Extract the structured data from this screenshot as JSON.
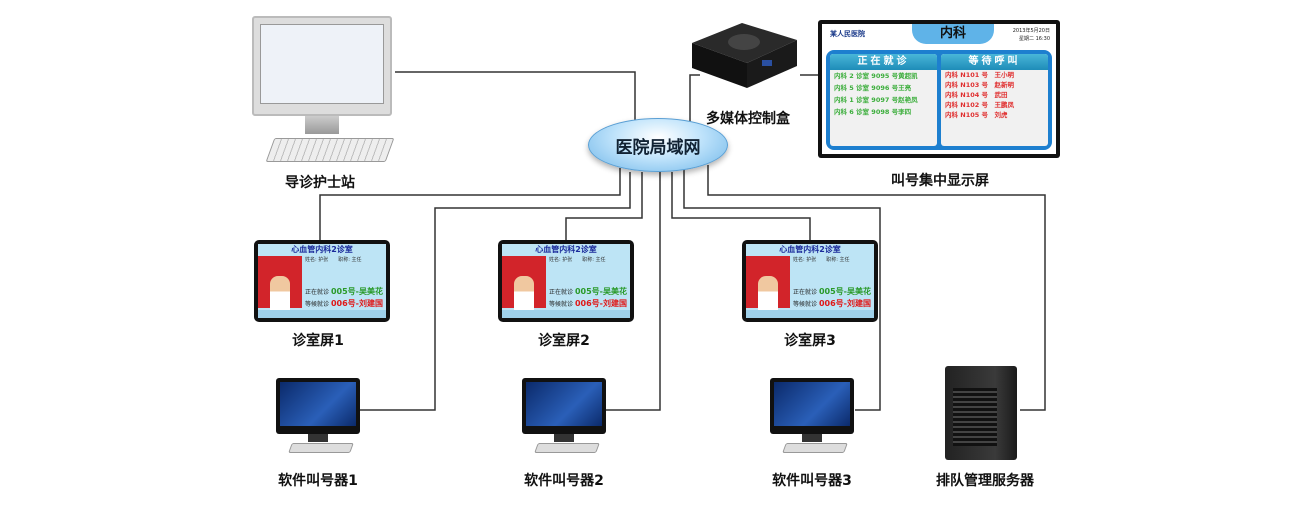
{
  "network": {
    "label": "医院局域网"
  },
  "nurse_station": {
    "label": "导诊护士站"
  },
  "media_box": {
    "label": "多媒体控制盒"
  },
  "central_display": {
    "label": "叫号集中显示屏",
    "dept": "内科",
    "logo_text": "某人民医院",
    "date": "2013年5月20日",
    "time": "星期二 16:30",
    "current_header": "正在就诊",
    "waiting_header": "等待呼叫",
    "current_rows": [
      "内科 2 诊室 9095 号黄超凯",
      "内科 5 诊室 9096 号王亮",
      "内科 1 诊室 9097 号赵艳凤",
      "内科 6 诊室 9098 号李四"
    ],
    "waiting_rows": [
      "内科 N101 号　王小明",
      "内科 N103 号　赵新明",
      "内科 N104 号　武田",
      "内科 N102 号　王鹏凤",
      "内科 N105 号　刘虎"
    ],
    "colors": {
      "current": "#3cae3c",
      "waiting": "#e03030",
      "frame": "#1d7fcf"
    }
  },
  "room_screen": {
    "title": "心血管内科2诊室",
    "info": "姓名: 护张　　职称: 主任",
    "current_label": "正在就诊",
    "current_value": "005号-吴美花",
    "waiting_label": "等候就诊",
    "waiting_value": "006号-刘建国"
  },
  "rooms": [
    {
      "label": "诊室屏1"
    },
    {
      "label": "诊室屏2"
    },
    {
      "label": "诊室屏3"
    }
  ],
  "callers": [
    {
      "label": "软件叫号器1"
    },
    {
      "label": "软件叫号器2"
    },
    {
      "label": "软件叫号器3"
    }
  ],
  "server": {
    "label": "排队管理服务器"
  }
}
